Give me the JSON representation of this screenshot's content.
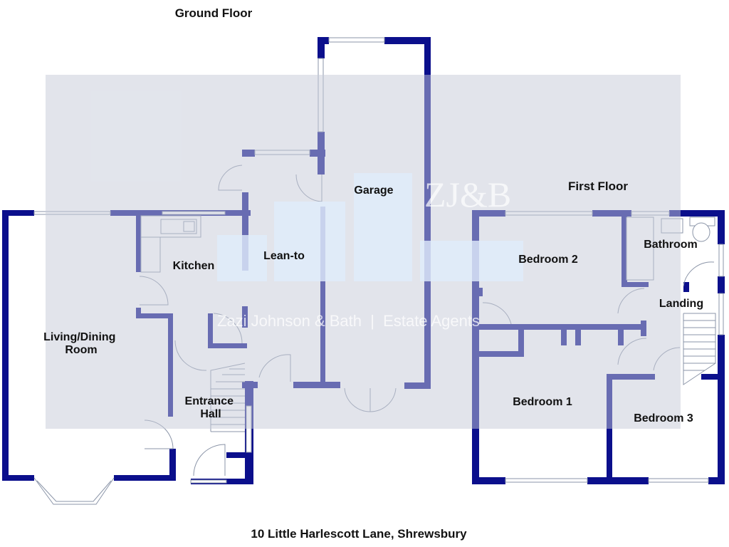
{
  "headings": {
    "ground_floor": "Ground Floor",
    "first_floor": "First Floor",
    "address": "10 Little Harlescott Lane, Shrewsbury"
  },
  "rooms": {
    "living_dining": [
      "Living/Dining",
      "Room"
    ],
    "kitchen": "Kitchen",
    "lean_to": "Lean-to",
    "garage": "Garage",
    "entrance_hall": [
      "Entrance",
      "Hall"
    ],
    "bedroom_1": "Bedroom 1",
    "bedroom_2": "Bedroom 2",
    "bedroom_3": "Bedroom 3",
    "bathroom": "Bathroom",
    "landing": "Landing"
  },
  "watermark": {
    "logo": "ZJ&B",
    "text": "Zazi Johnson & Bath  |  Estate Agents"
  },
  "colors": {
    "wall": "#0b0f8c",
    "watermark_overlay": "#c5cad8",
    "watermark_block": "#e0ecfb"
  }
}
